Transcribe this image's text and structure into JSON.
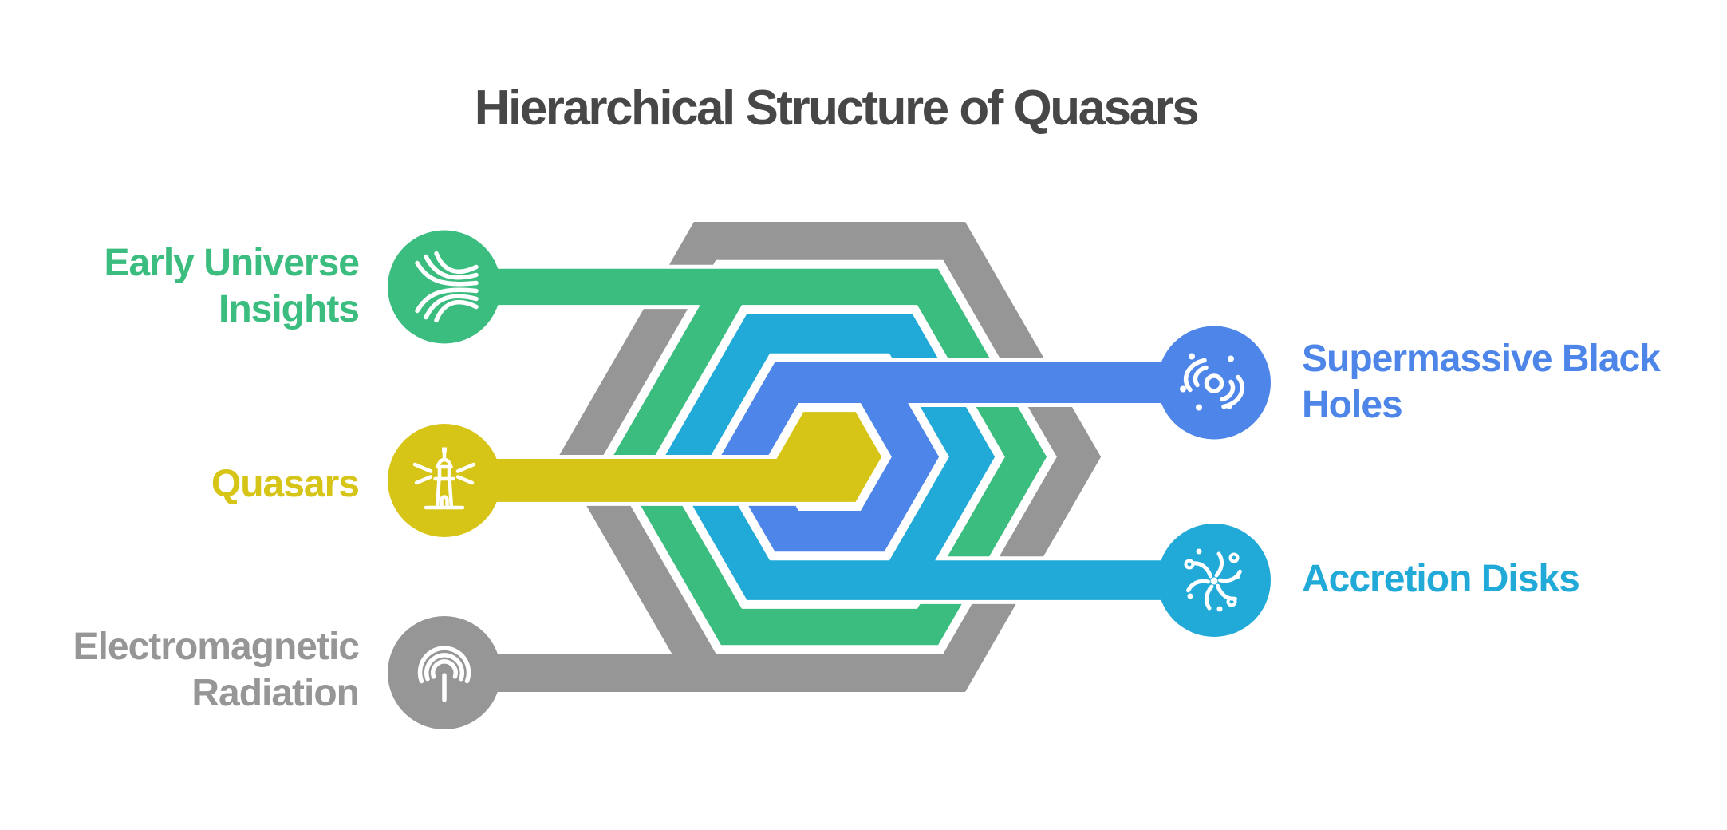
{
  "title": "Hierarchical Structure of Quasars",
  "colors": {
    "title": "#474747",
    "background": "#FFFFFF",
    "outline": "#FFFFFF",
    "icon": "#FFFFFF",
    "gray": "#969696",
    "green": "#3CBD80",
    "cyan": "#21AAD8",
    "blue": "#4D85E8",
    "yellow": "#D6C516"
  },
  "nodes": [
    {
      "id": "electromagnetic-radiation",
      "line1": "Electromagnetic",
      "line2": "Radiation",
      "color": "#969696",
      "icon": "antenna-icon",
      "side": "left",
      "ring": 1
    },
    {
      "id": "early-universe-insights",
      "line1": "Early Universe",
      "line2": "Insights",
      "color": "#3CBD80",
      "icon": "streams-icon",
      "side": "left",
      "ring": 2
    },
    {
      "id": "accretion-disks",
      "line1": "Accretion Disks",
      "line2": "",
      "color": "#21AAD8",
      "icon": "vortex-icon",
      "side": "right",
      "ring": 3
    },
    {
      "id": "supermassive-black-holes",
      "line1": "Supermassive Black",
      "line2": "Holes",
      "color": "#4D85E8",
      "icon": "galaxy-icon",
      "side": "right",
      "ring": 4
    },
    {
      "id": "quasars",
      "line1": "Quasars",
      "line2": "",
      "color": "#D6C516",
      "icon": "lighthouse-icon",
      "side": "left",
      "ring": 5
    }
  ]
}
